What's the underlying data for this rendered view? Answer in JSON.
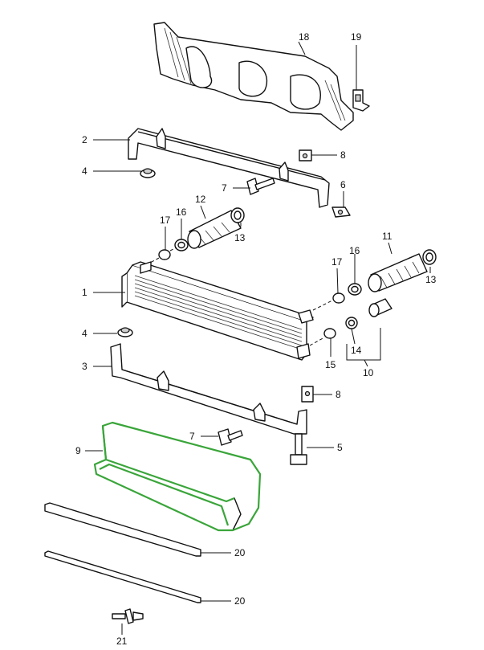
{
  "labels": {
    "l18": "18",
    "l19": "19",
    "l2": "2",
    "l8a": "8",
    "l4a": "4",
    "l7a": "7",
    "l6": "6",
    "l17a": "17",
    "l16a": "16",
    "l12": "12",
    "l13a": "13",
    "l1": "1",
    "l17b": "17",
    "l16b": "16",
    "l11": "11",
    "l13b": "13",
    "l4b": "4",
    "l15": "15",
    "l14": "14",
    "l10": "10",
    "l3": "3",
    "l8b": "8",
    "l7b": "7",
    "l5": "5",
    "l9": "9",
    "l20a": "20",
    "l20b": "20",
    "l21": "21"
  },
  "colors": {
    "highlight": "#3aa53a",
    "line": "#111111"
  }
}
